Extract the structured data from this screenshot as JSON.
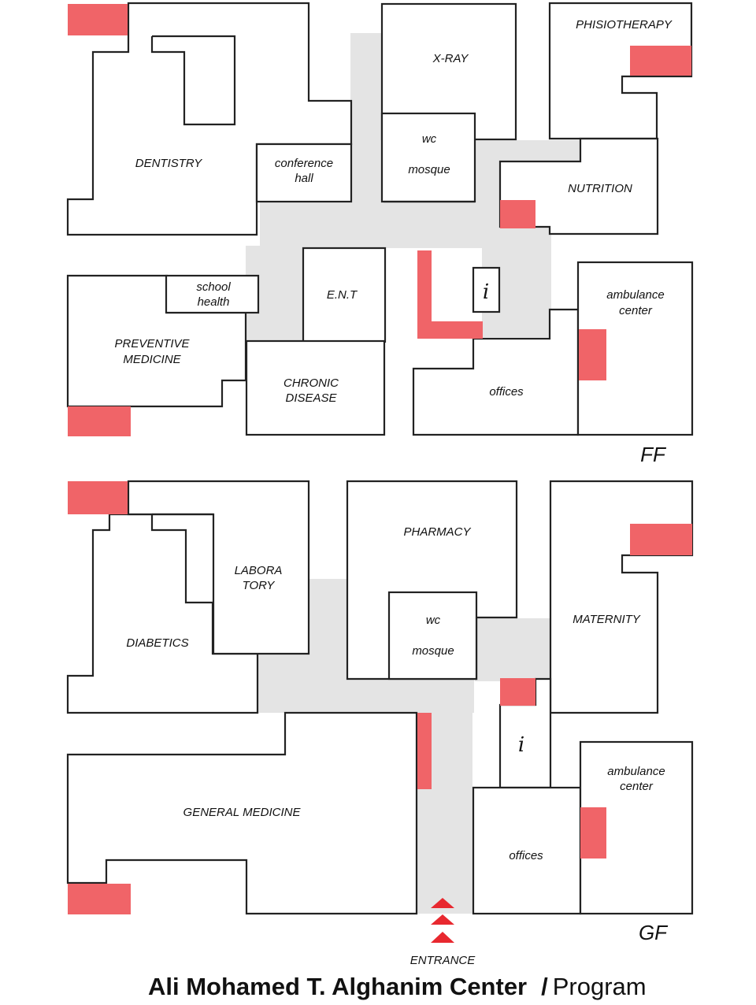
{
  "first_floor": {
    "level_label": "FF",
    "rooms": {
      "dentistry": "DENTISTRY",
      "conference_1": "conference",
      "conference_2": "hall",
      "xray": "X-RAY",
      "wc": "wc",
      "mosque": "mosque",
      "physiotherapy": "PHISIOTHERAPY",
      "nutrition": "NUTRITION",
      "school_1": "school",
      "school_2": "health",
      "preventive_1": "PREVENTIVE",
      "preventive_2": "MEDICINE",
      "ent": "E.N.T",
      "chronic_1": "CHRONIC",
      "chronic_2": "DISEASE",
      "info": "i",
      "ambulance_1": "ambulance",
      "ambulance_2": "center",
      "offices": "offices"
    }
  },
  "ground_floor": {
    "level_label": "GF",
    "rooms": {
      "laboratory_1": "LABORA",
      "laboratory_2": "TORY",
      "diabetics": "DIABETICS",
      "pharmacy": "PHARMACY",
      "wc": "wc",
      "mosque": "mosque",
      "maternity": "MATERNITY",
      "general_medicine": "GENERAL MEDICINE",
      "info": "i",
      "ambulance_1": "ambulance",
      "ambulance_2": "center",
      "offices": "offices"
    },
    "entrance_label": "ENTRANCE"
  },
  "footer": {
    "title": "Ali Mohamed T. Alghanim Center",
    "separator": "/",
    "subtitle": "Program"
  },
  "colors": {
    "stair": "#f06468",
    "circulation": "#e4e4e4",
    "entrance_arrow": "#e8282f"
  }
}
